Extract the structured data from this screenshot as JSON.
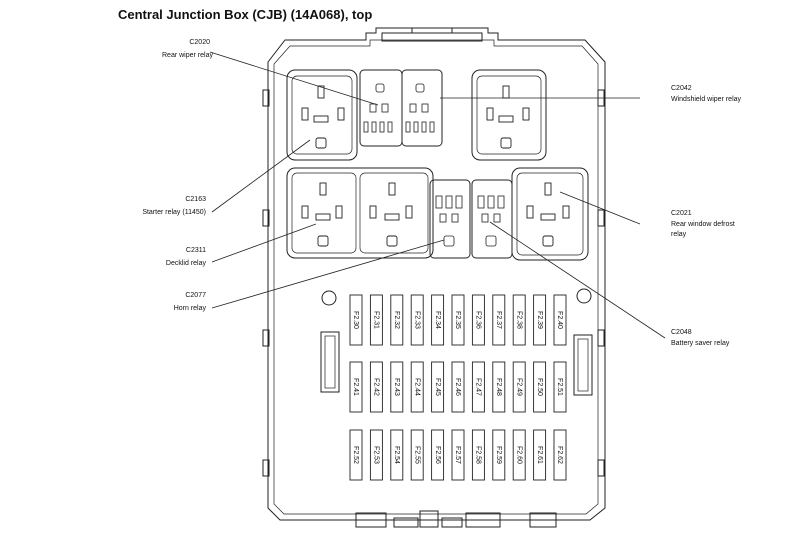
{
  "title": "Central Junction Box (CJB) (14A068), top",
  "callouts": [
    {
      "id": "c2020",
      "code": "C2020",
      "desc": "Rear wiper relay"
    },
    {
      "id": "c2042",
      "code": "C2042",
      "desc": "Windshield wiper relay"
    },
    {
      "id": "c2163",
      "code": "C2163",
      "desc": "Starter relay (11450)"
    },
    {
      "id": "c2021",
      "code": "C2021",
      "desc": "Rear window defrost relay"
    },
    {
      "id": "c2311",
      "code": "C2311",
      "desc": "Decklid relay"
    },
    {
      "id": "c2077",
      "code": "C2077",
      "desc": "Horn relay"
    },
    {
      "id": "c2048",
      "code": "C2048",
      "desc": "Battery saver relay"
    }
  ],
  "fuses": {
    "row1": [
      "F2.30",
      "F2.31",
      "F2.32",
      "F2.33",
      "F2.34",
      "F2.35",
      "F2.36",
      "F2.37",
      "F2.38",
      "F2.39",
      "F2.40"
    ],
    "row2": [
      "F2.41",
      "F2.42",
      "F2.43",
      "F2.44",
      "F2.45",
      "F2.46",
      "F2.47",
      "F2.48",
      "F2.49",
      "F2.50",
      "F2.51"
    ],
    "row3": [
      "F2.52",
      "F2.53",
      "F2.54",
      "F2.55",
      "F2.56",
      "F2.57",
      "F2.58",
      "F2.59",
      "F2.60",
      "F2.61",
      "F2.62"
    ]
  }
}
